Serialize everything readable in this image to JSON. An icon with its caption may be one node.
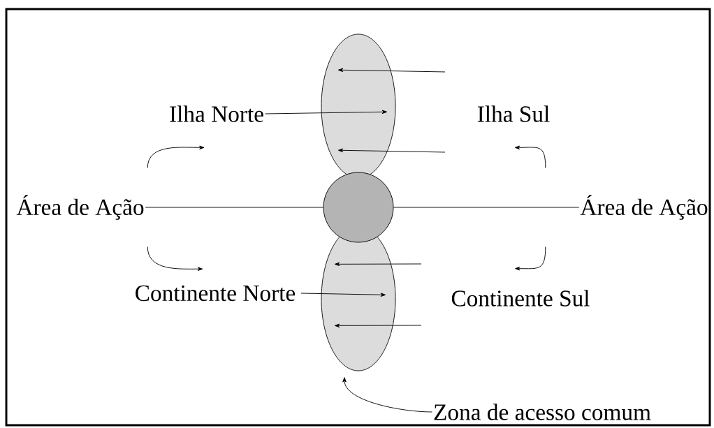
{
  "diagram": {
    "nodes": [
      {
        "text": [
          "Ilha Norte"
        ]
      },
      {
        "text": [
          "Ilha Sul"
        ]
      },
      {
        "text": [
          "Área de Ação"
        ]
      },
      {
        "text": [
          "Área de Ação"
        ]
      },
      {
        "text": [
          "Continente Norte"
        ]
      },
      {
        "text": [
          "Continente Sul"
        ]
      },
      {
        "text": [
          "Zona de acesso comum"
        ]
      },
      {
        "text": [],
        "shape": "ellipse"
      },
      {
        "text": [],
        "shape": "circle"
      },
      {
        "text": [],
        "shape": "ellipse"
      }
    ],
    "edges": [
      {
        "from": 0,
        "to": 7,
        "arrow": "to"
      },
      {
        "from": null,
        "to": 7,
        "arrow": "to"
      },
      {
        "from": null,
        "to": 7,
        "arrow": "to"
      },
      {
        "from": 2,
        "to": 8,
        "arrow": "none"
      },
      {
        "from": 3,
        "to": 8,
        "arrow": "none"
      },
      {
        "from": 2,
        "to": 0,
        "arrow": "to"
      },
      {
        "from": 2,
        "to": 4,
        "arrow": "to"
      },
      {
        "from": 3,
        "to": 1,
        "arrow": "to"
      },
      {
        "from": 3,
        "to": 5,
        "arrow": "to"
      },
      {
        "from": 4,
        "to": 9,
        "arrow": "to"
      },
      {
        "from": null,
        "to": 9,
        "arrow": "to"
      },
      {
        "from": null,
        "to": 9,
        "arrow": "to"
      },
      {
        "from": 6,
        "to": 9,
        "arrow": "to"
      }
    ]
  }
}
